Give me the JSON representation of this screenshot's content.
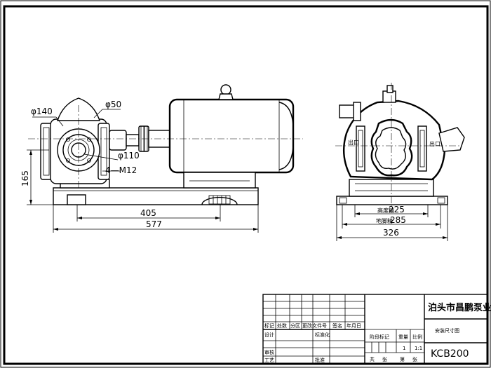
{
  "side_view": {
    "dims": {
      "d140": "φ140",
      "d50": "φ50",
      "d110": "φ110",
      "m12": "4—M12",
      "h165": "165",
      "w405": "405",
      "w577": "577"
    }
  },
  "end_view": {
    "dims": {
      "w225": "225",
      "w285": "285",
      "w326": "326",
      "label_225": "高度精",
      "label_285": "地脚精",
      "outlet_left": "出口",
      "outlet_right": "出口"
    }
  },
  "title_block": {
    "company": "泊头市昌鹏泵业",
    "drawing_name": "安装尺寸图",
    "model": "KCB200",
    "headers": {
      "mark": "标记",
      "count": "处数",
      "zone": "分区",
      "change_doc": "更改文件号",
      "sign": "签名",
      "date": "年月日",
      "stage_mark": "阶段标记",
      "weight": "重量",
      "scale": "比例",
      "design": "设计",
      "standardization": "标准化",
      "review": "审核",
      "process": "工艺",
      "approve": "批准",
      "total": "共",
      "sheet_word": "张",
      "page": "第"
    },
    "weight_value": "1",
    "scale_value": "1:1"
  }
}
